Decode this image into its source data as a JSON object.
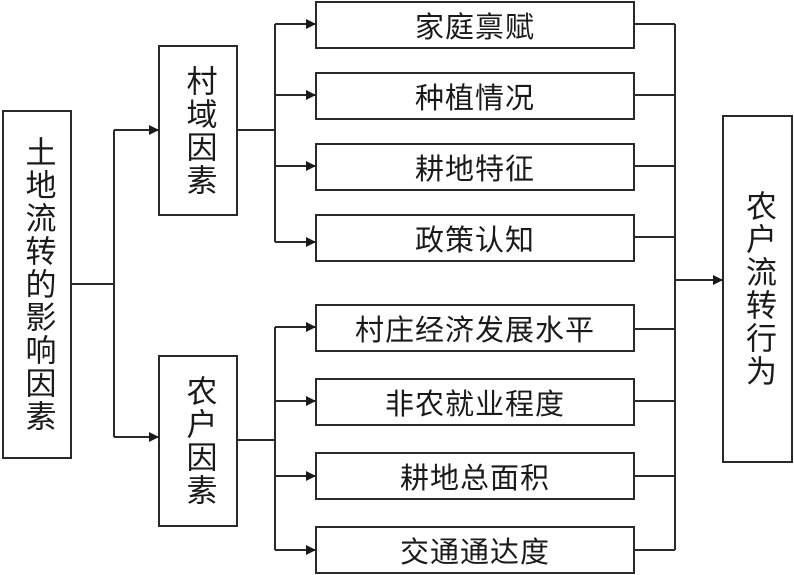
{
  "root": {
    "label": "土地流转的影响因素"
  },
  "groups": [
    {
      "label": "村域因素",
      "factors": [
        "家庭禀赋",
        "种植情况",
        "耕地特征",
        "政策认知"
      ]
    },
    {
      "label": "农户因素",
      "factors": [
        "村庄经济发展水平",
        "非农就业程度",
        "耕地总面积",
        "交通通达度"
      ]
    }
  ],
  "outcome": {
    "label": "农户流转行为"
  },
  "colors": {
    "line": "#2a2a2a",
    "background": "#ffffff",
    "text": "#1a1a1a"
  }
}
